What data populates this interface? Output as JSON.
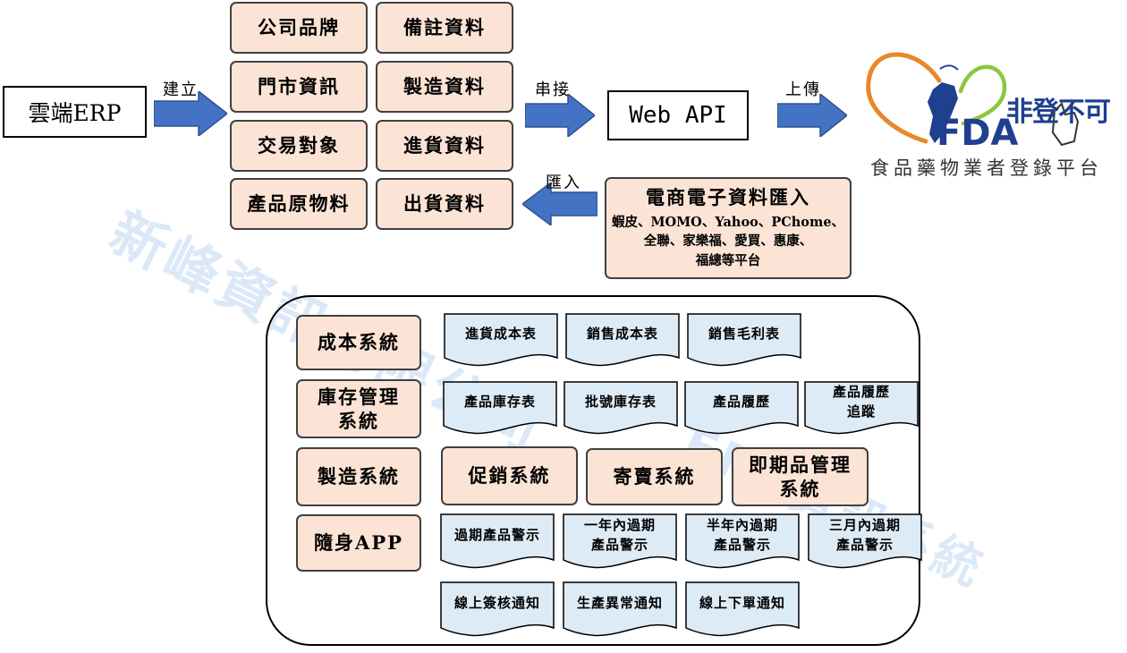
{
  "erp": "雲端ERP",
  "labels": {
    "build": "建立",
    "connect": "串接",
    "upload": "上傳",
    "import": "匯入"
  },
  "erp_data": [
    "公司品牌",
    "備註資料",
    "門市資訊",
    "製造資料",
    "交易對象",
    "進貨資料",
    "產品原物料",
    "出貨資料"
  ],
  "web_api": "Web API",
  "fda": {
    "word": "FDA",
    "slogan": "非登不可",
    "platform": "食品藥物業者登錄平台",
    "colors": {
      "orange": "#e8882a",
      "blue": "#1f3f8f",
      "green": "#8dc63f"
    }
  },
  "ecommerce": {
    "title": "電商電子資料匯入",
    "lines": [
      "蝦皮、MOMO、Yahoo、PChome、",
      "全聯、家樂福、愛買、惠康、",
      "福總等平台"
    ]
  },
  "watermarks": [
    "新峰資訊有限公司",
    "ERP資訊系統"
  ],
  "systems": {
    "cost": {
      "label": "成本系統",
      "docs": [
        "進貨成本表",
        "銷售成本表",
        "銷售毛利表"
      ]
    },
    "inventory": {
      "label": "庫存管理系統",
      "docs": [
        "產品庫存表",
        "批號庫存表",
        "產品履歷",
        "產品履歷追蹤"
      ]
    },
    "manufacturing": "製造系統",
    "promotion": "促銷系統",
    "consignment": "寄賣系統",
    "expiry": "即期品管理系統",
    "app": {
      "label": "隨身APP",
      "docs": [
        "過期產品警示",
        "一年內過期產品警示",
        "半年內過期產品警示",
        "三月內過期產品警示"
      ]
    },
    "notifications": [
      "線上簽核通知",
      "生產異常通知",
      "線上下單通知"
    ]
  },
  "colors": {
    "peach": "#fbe4d5",
    "doc": "#ddebf7",
    "arrow": "#4472c4",
    "watermark": "#dbe8f7"
  }
}
